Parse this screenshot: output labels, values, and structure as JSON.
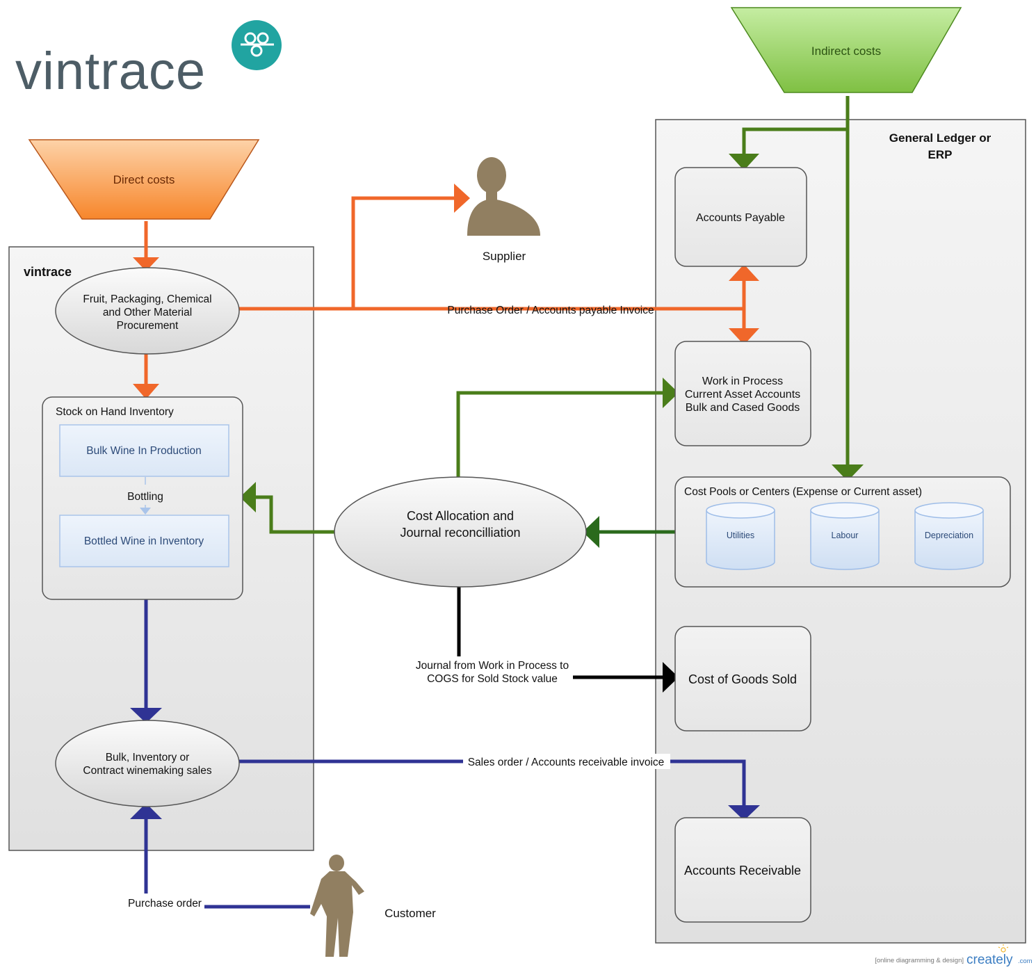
{
  "logo": {
    "text": "vintrace"
  },
  "funnels": {
    "direct": {
      "label": "Direct costs"
    },
    "indirect": {
      "label": "Indirect costs"
    }
  },
  "containers": {
    "vintrace": {
      "title": "vintrace"
    },
    "gl": {
      "title_line1": "General Ledger or",
      "title_line2": "ERP"
    }
  },
  "nodes": {
    "procurement": {
      "line1": "Fruit, Packaging, Chemical",
      "line2": "and Other Material",
      "line3": "Procurement"
    },
    "stock": {
      "title": "Stock on Hand Inventory"
    },
    "bulk_wine": {
      "label": "Bulk Wine In Production"
    },
    "bottling": {
      "label": "Bottling"
    },
    "bottled_wine": {
      "label": "Bottled Wine in Inventory"
    },
    "sales": {
      "line1": "Bulk, Inventory or",
      "line2": "Contract winemaking sales"
    },
    "cost_alloc": {
      "line1": "Cost Allocation and",
      "line2": "Journal reconcilliation"
    },
    "accounts_payable": {
      "label": "Accounts Payable"
    },
    "wip": {
      "line1": "Work in Process",
      "line2": "Current Asset Accounts",
      "line3": "Bulk and Cased Goods"
    },
    "cost_pools": {
      "title": "Cost Pools or Centers (Expense or Current asset)"
    },
    "cogs": {
      "label": "Cost of Goods Sold"
    },
    "accounts_receivable": {
      "label": "Accounts Receivable"
    }
  },
  "cylinders": {
    "utilities": "Utilities",
    "labour": "Labour",
    "depreciation": "Depreciation"
  },
  "actors": {
    "supplier": "Supplier",
    "customer": "Customer"
  },
  "edge_labels": {
    "po_invoice": "Purchase Order / Accounts payable Invoice",
    "journal_line1": "Journal from Work in Process to",
    "journal_line2": "COGS for Sold Stock value",
    "sales_invoice": "Sales order / Accounts receivable invoice",
    "purchase_order": "Purchase order"
  },
  "footer": {
    "tagline": "[online diagramming & design]",
    "brand": "creately",
    "suffix": ".com"
  },
  "colors": {
    "orange": "#f0672a",
    "green": "#4a7d1a",
    "dark_green": "#2a6a1c",
    "navy": "#2f3394",
    "black": "#000000",
    "logo_teal": "#21a4a1",
    "logo_text": "#4d5d66",
    "silhouette": "#917f61"
  }
}
